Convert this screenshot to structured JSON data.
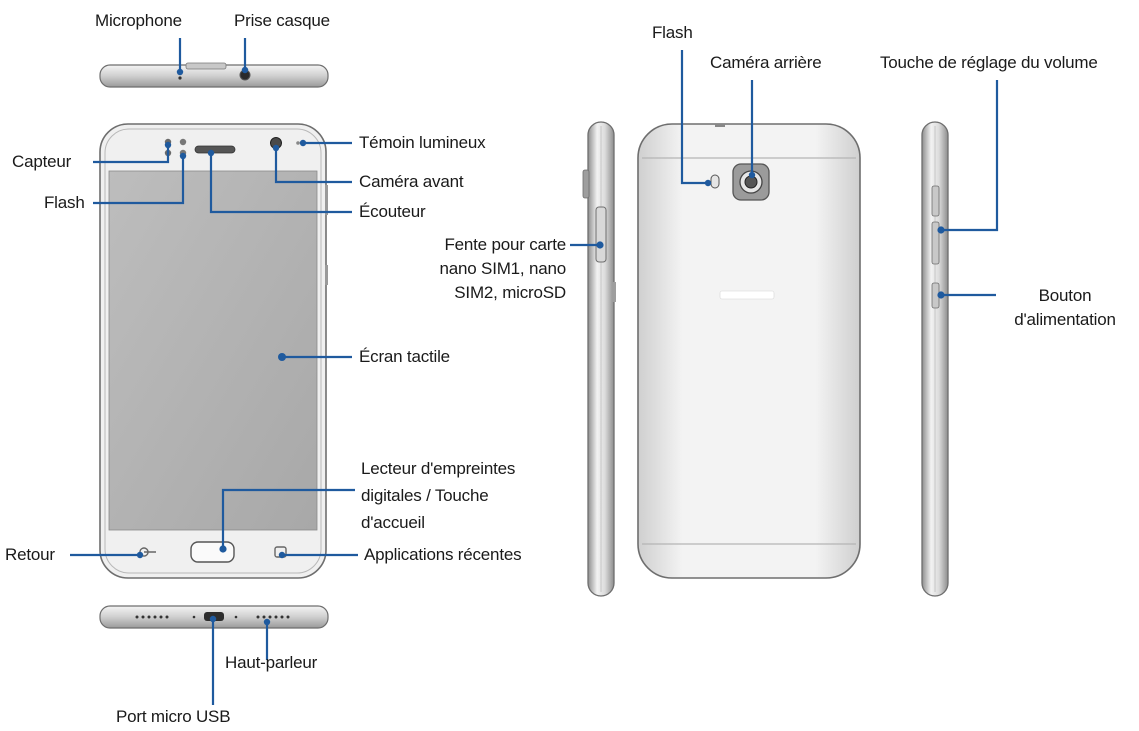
{
  "labels": {
    "microphone": "Microphone",
    "headset_jack": "Prise casque",
    "sensor": "Capteur",
    "flash_front": "Flash",
    "notification_led": "Témoin lumineux",
    "front_camera": "Caméra avant",
    "earpiece": "Écouteur",
    "touch_screen": "Écran tactile",
    "fingerprint": [
      "Lecteur d'empreintes",
      "digitales / Touche",
      "d'accueil"
    ],
    "back_key": "Retour",
    "recent_apps": "Applications récentes",
    "speaker": "Haut-parleur",
    "usb_port": "Port micro USB",
    "flash_rear": "Flash",
    "rear_camera": "Caméra arrière",
    "card_slot": [
      "Fente pour carte",
      "nano SIM1, nano",
      "SIM2, microSD"
    ],
    "volume_key": "Touche de réglage du volume",
    "power_button": [
      "Bouton",
      "d'alimentation"
    ]
  },
  "colors": {
    "callout": "#1f5a9e",
    "device_outline": "#6e6e6e",
    "screen": "#b3b3b3",
    "body": "#eeeeee"
  }
}
